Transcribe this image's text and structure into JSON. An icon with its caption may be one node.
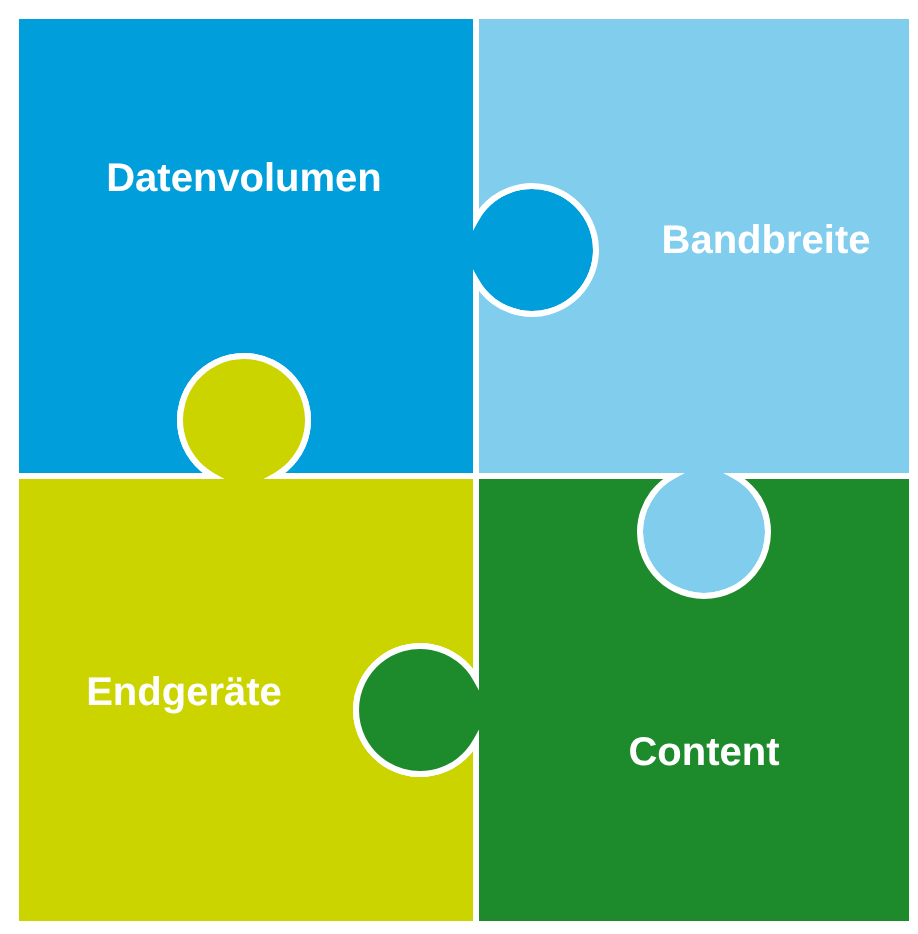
{
  "diagram": {
    "nodes": [
      {
        "text": [
          "Datenvolumen"
        ]
      },
      {
        "text": [
          "Bandbreite"
        ]
      },
      {
        "text": [
          "Endgeräte"
        ]
      },
      {
        "text": [
          "Content"
        ]
      }
    ]
  }
}
